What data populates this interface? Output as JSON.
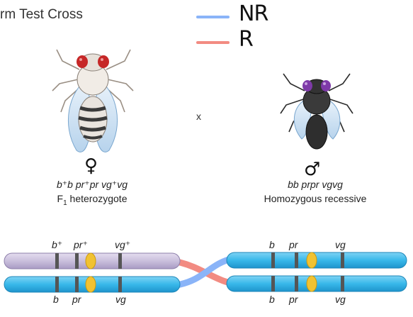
{
  "title": "rm Test Cross",
  "legend": [
    {
      "label": "NR",
      "color": "#8ab4f8"
    },
    {
      "label": "R",
      "color": "#f28b82"
    }
  ],
  "cross_symbol": "x",
  "female": {
    "symbol": "♀",
    "genotype": "b⁺b pr⁺pr vg⁺vg",
    "description_main": "F",
    "description_sub": "1",
    "description_rest": " heterozygote"
  },
  "male": {
    "symbol": "♂",
    "genotype": "bb prpr vgvg",
    "description": "Homozygous recessive"
  },
  "chromosomes": {
    "left_top_alleles": [
      "b⁺",
      "pr⁺",
      "vg⁺"
    ],
    "left_bottom_alleles": [
      "b",
      "pr",
      "vg"
    ],
    "right_top_alleles": [
      "b",
      "pr",
      "vg"
    ],
    "right_bottom_alleles": [
      "b",
      "pr",
      "vg"
    ]
  },
  "colors": {
    "purple_chromosome": "#c9bfdc",
    "blue_chromosome": "#38b8ea",
    "centromere": "#f1c232",
    "band": "#555555"
  }
}
